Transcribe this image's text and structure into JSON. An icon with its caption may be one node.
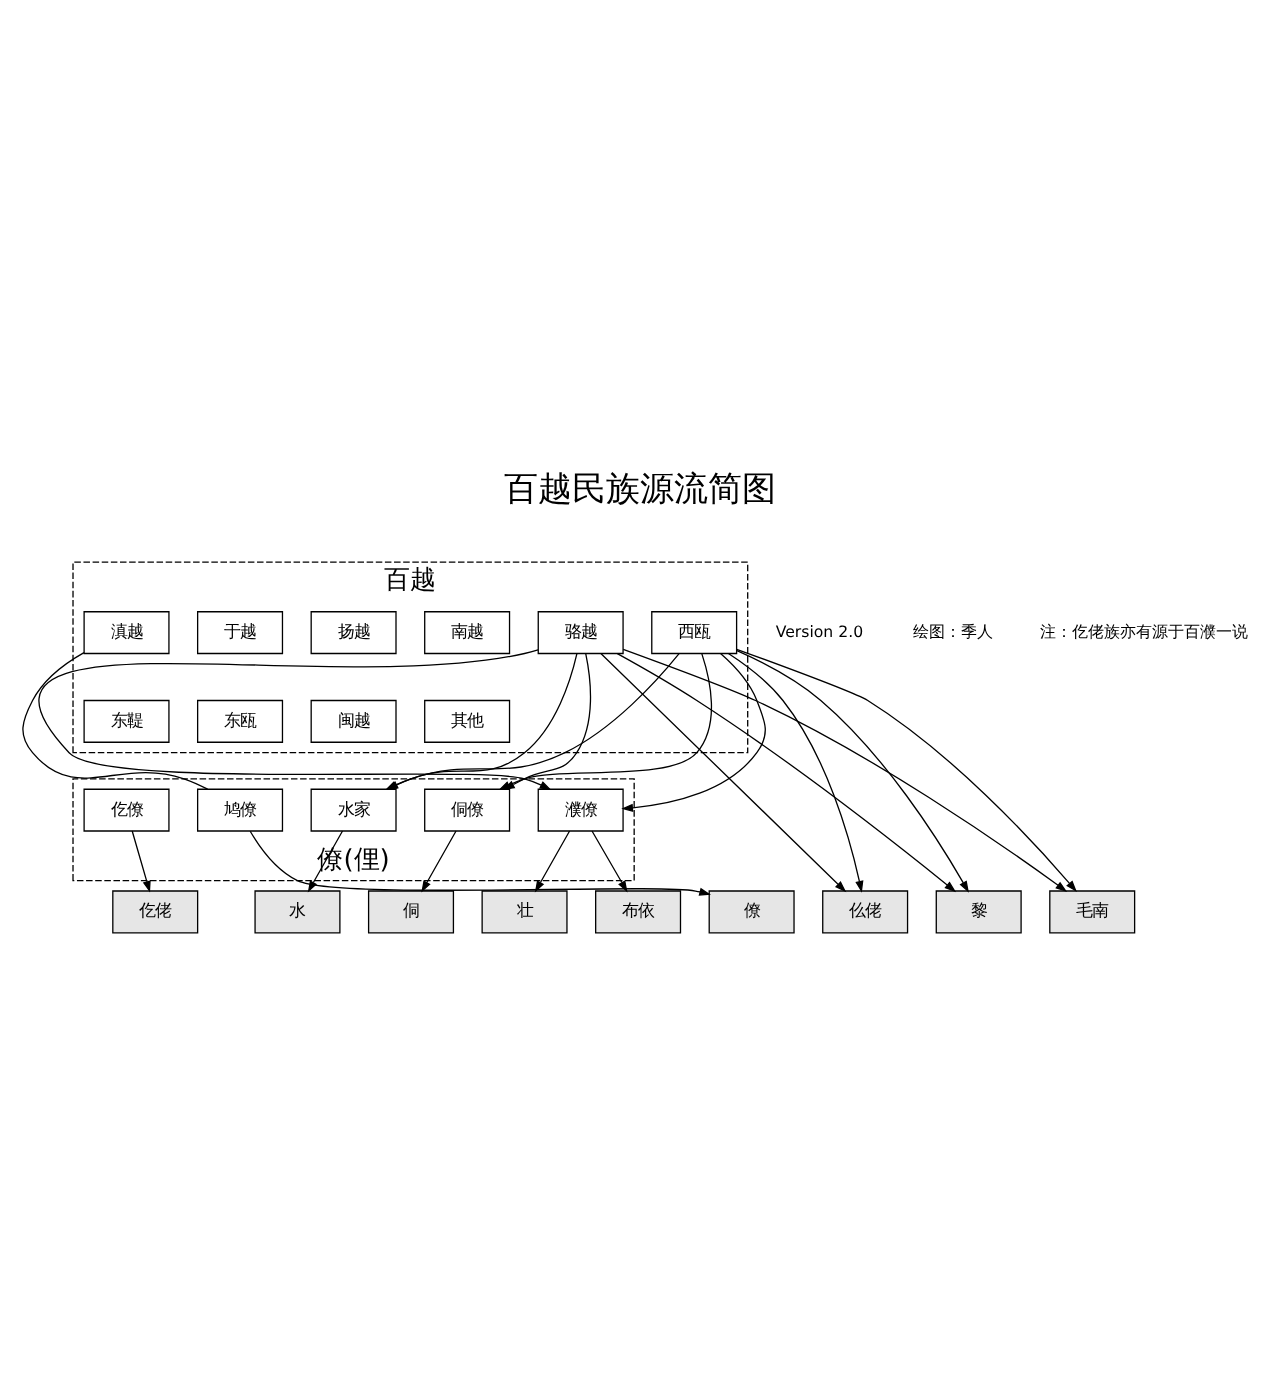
{
  "diagram": {
    "title": "百越民族源流简图",
    "nodes": [
      {
        "text": [
          "百越"
        ]
      },
      {
        "text": [
          "于越"
        ],
        "in": 0
      },
      {
        "text": [
          "扬越"
        ],
        "in": 0
      },
      {
        "text": [
          "南越"
        ],
        "in": 0
      },
      {
        "text": [
          "西瓯"
        ],
        "in": 0
      },
      {
        "text": [
          "骆越"
        ],
        "in": 0
      },
      {
        "text": [
          "滇越"
        ],
        "in": 0
      },
      {
        "text": [
          "东鞮"
        ],
        "in": 0
      },
      {
        "text": [
          "东瓯"
        ],
        "in": 0
      },
      {
        "text": [
          "闽越"
        ],
        "in": 0
      },
      {
        "text": [
          "其他"
        ],
        "in": 0
      },
      {
        "text": [
          "僚(俚)"
        ]
      },
      {
        "text": [
          "仡僚"
        ],
        "in": 11
      },
      {
        "text": [
          "水家"
        ],
        "in": 11
      },
      {
        "text": [
          "侗僚"
        ],
        "in": 11
      },
      {
        "text": [
          "濮僚"
        ],
        "in": 11
      },
      {
        "text": [
          "鸠僚"
        ],
        "in": 11
      },
      {
        "text": [
          "水"
        ]
      },
      {
        "text": [
          "侗"
        ]
      },
      {
        "text": [
          "壮"
        ]
      },
      {
        "text": [
          "布依"
        ]
      },
      {
        "text": [
          "僚"
        ]
      },
      {
        "text": [
          "仡佬"
        ]
      },
      {
        "text": [
          "仫佬"
        ]
      },
      {
        "text": [
          "黎"
        ]
      },
      {
        "text": [
          "毛南"
        ]
      }
    ],
    "edges": [
      {
        "from": 4,
        "to": 13,
        "arrow": "to"
      },
      {
        "from": 5,
        "to": 13,
        "arrow": "to"
      },
      {
        "from": 4,
        "to": 14,
        "arrow": "to"
      },
      {
        "from": 5,
        "to": 14,
        "arrow": "to"
      },
      {
        "from": 4,
        "to": 15,
        "arrow": "to"
      },
      {
        "from": 5,
        "to": 15,
        "arrow": "to"
      },
      {
        "from": 4,
        "to": 23,
        "arrow": "to"
      },
      {
        "from": 5,
        "to": 23,
        "arrow": "to"
      },
      {
        "from": 4,
        "to": 24,
        "arrow": "to"
      },
      {
        "from": 5,
        "to": 24,
        "arrow": "to"
      },
      {
        "from": 4,
        "to": 25,
        "arrow": "to"
      },
      {
        "from": 5,
        "to": 25,
        "arrow": "to"
      },
      {
        "from": 6,
        "to": 16,
        "arrow": "none"
      },
      {
        "from": 12,
        "to": 22,
        "arrow": "to"
      },
      {
        "from": 13,
        "to": 17,
        "arrow": "to"
      },
      {
        "from": 14,
        "to": 18,
        "arrow": "to"
      },
      {
        "from": 15,
        "to": 19,
        "arrow": "to"
      },
      {
        "from": 15,
        "to": 20,
        "arrow": "to"
      },
      {
        "from": 16,
        "to": 21,
        "arrow": "to"
      }
    ],
    "labels": [
      "Version 2.0",
      "绘图：季人",
      "注：仡佬族亦有源于百濮一说"
    ]
  }
}
